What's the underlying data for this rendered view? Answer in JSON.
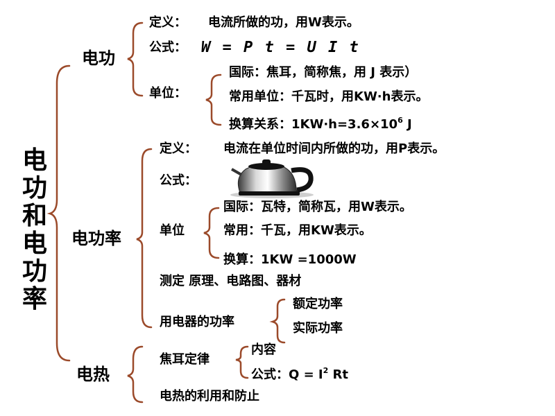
{
  "title_chars": [
    "电",
    "功",
    "和",
    "电",
    "功",
    "率"
  ],
  "colors": {
    "brace": "#9b4a2a",
    "text": "#000000"
  },
  "l1": {
    "diangong": "电功",
    "diangonglv": "电功率",
    "dianre": "电热"
  },
  "diangong": {
    "def_label": "定义：",
    "def_text": "电流所做的功，用W表示。",
    "formula_label": "公式：",
    "formula": "W = P t = U I t",
    "unit_label": "单位：",
    "units": [
      "国际：焦耳，简称焦，用 J 表示）",
      "常用单位：千瓦时，用KW·h表示。"
    ],
    "conversion_prefix": "换算关系：1KW·h=3.6×10",
    "conversion_exp": "6",
    "conversion_suffix": " J"
  },
  "diangonglv": {
    "def_label": "定义：",
    "def_text": "电流在单位时间内所做的功，用P表示。",
    "formula_label": "公式：",
    "unit_label": "单位",
    "units": [
      "国际：瓦特，简称瓦，用W表示。",
      "常用：千瓦，用KW表示。"
    ],
    "conversion": "换算：1KW =1000W",
    "measure": "测定  原理、电路图、器材",
    "appliance": "用电器的功率",
    "powers": [
      "额定功率",
      "实际功率"
    ]
  },
  "dianre": {
    "joule_law": "焦耳定律",
    "content": "内容",
    "formula_prefix": "公式：Q = I",
    "formula_exp": "2",
    "formula_suffix": " Rt",
    "use": "电热的利用和防止"
  },
  "image": {
    "icon": "kettle-icon"
  }
}
